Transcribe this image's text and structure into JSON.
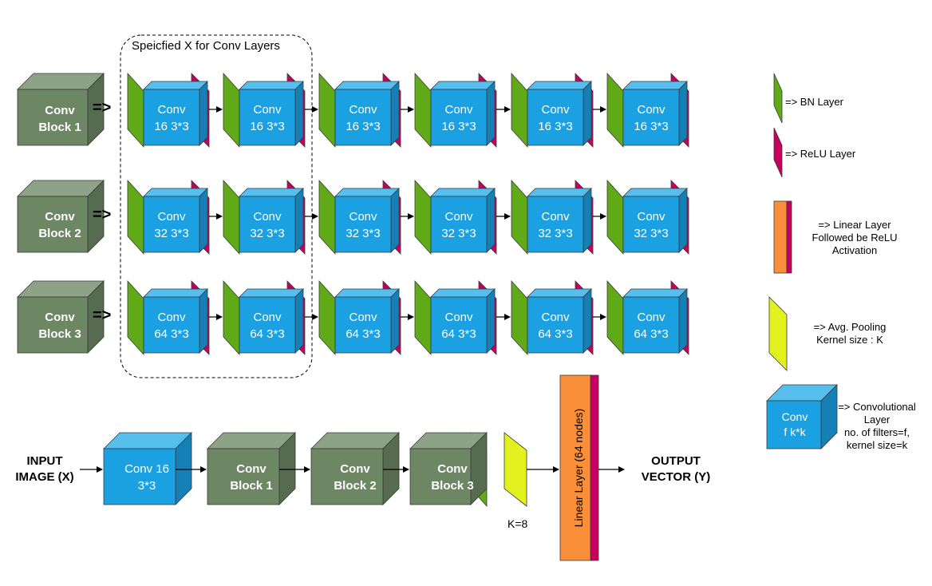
{
  "colors": {
    "conv_blue": "#1ba1e2",
    "conv_blue_top": "#57bfee",
    "conv_blue_side": "#1580b6",
    "block_green": "#6d8764",
    "block_green_top": "#8da286",
    "block_green_side": "#566b4f",
    "bn_green": "#60a917",
    "relu_magenta": "#c5005e",
    "linear_orange": "#fa8f3a",
    "pool_yellow": "#e3f21e"
  },
  "rows": [
    {
      "block_title_line1": "Conv",
      "block_title_line2": "Block 1",
      "arrow": "=>",
      "layer_line1": "Conv",
      "layer_line2": "16 3*3"
    },
    {
      "block_title_line1": "Conv",
      "block_title_line2": "Block 2",
      "arrow": "=>",
      "layer_line1": "Conv",
      "layer_line2": "32 3*3"
    },
    {
      "block_title_line1": "Conv",
      "block_title_line2": "Block 3",
      "arrow": "=>",
      "layer_line1": "Conv",
      "layer_line2": "64 3*3"
    }
  ],
  "specified_box_label": "Speicfied X for Conv Layers",
  "legend": {
    "bn": "=>  BN Layer",
    "relu": "=>  ReLU Layer",
    "linear_line1": "=>  Linear Layer",
    "linear_line2": "Followed be ReLU",
    "linear_line3": "Activation",
    "pool_line1": "=> Avg. Pooling",
    "pool_line2": "Kernel size : K",
    "conv_cube_line1": "Conv",
    "conv_cube_line2": "f k*k",
    "conv_line1": "=> Convolutional",
    "conv_line2": "Layer",
    "conv_line3": "no. of filters=f,",
    "conv_line4": "kernel size=k"
  },
  "pipeline": {
    "input_line1": "INPUT",
    "input_line2": "IMAGE (X)",
    "first_conv_line1": "Conv 16",
    "first_conv_line2": "3*3",
    "block1_line1": "Conv",
    "block1_line2": "Block 1",
    "block2_line1": "Conv",
    "block2_line2": "Block 2",
    "block3_line1": "Conv",
    "block3_line2": "Block 3",
    "pool_label": "K=8",
    "linear_label": "Linear Layer (64 nodes)",
    "output_line1": "OUTPUT",
    "output_line2": "VECTOR (Y)"
  }
}
